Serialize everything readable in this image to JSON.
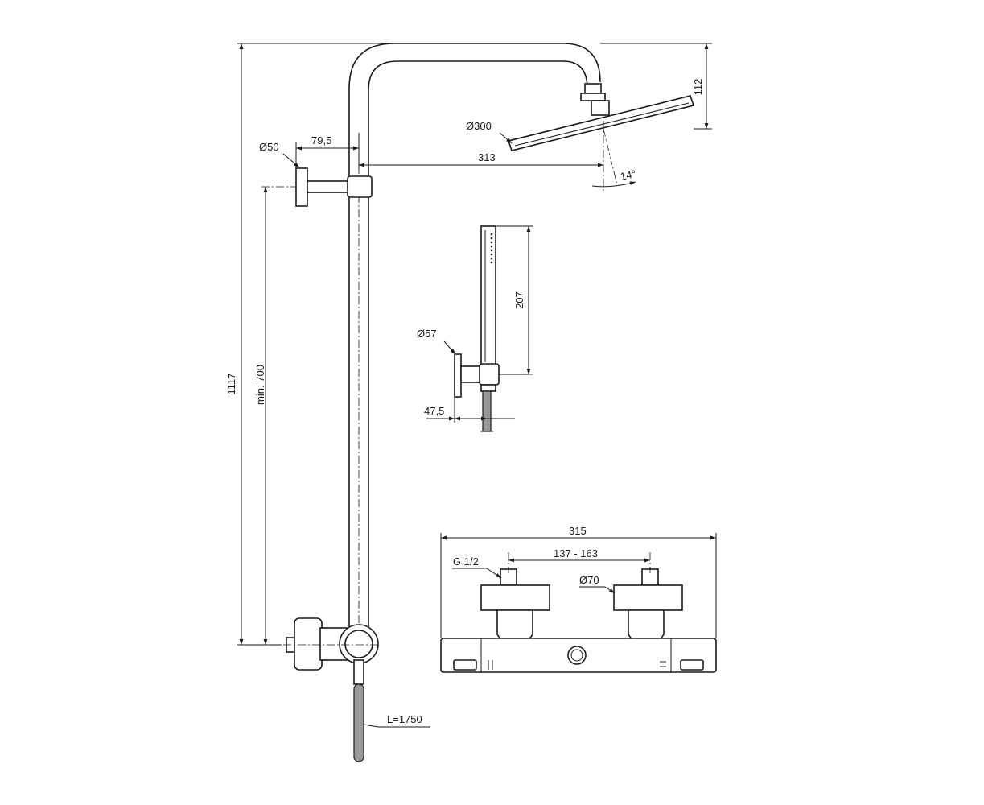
{
  "labels": {
    "overall_height": "1117",
    "min_height": "min. 700",
    "bracket_diameter": "Ø50",
    "bracket_offset": "79,5",
    "arm_reach": "313",
    "head_diameter": "Ø300",
    "head_height": "112",
    "head_angle": "14°",
    "hand_length": "207",
    "holder_diameter": "Ø57",
    "holder_offset": "47,5",
    "hose_length": "L=1750",
    "mixer_width": "315",
    "inlet_thread": "G 1/2",
    "inlet_centers": "137 - 163",
    "escutcheon_diameter": "Ø70"
  },
  "colors": {
    "line": "#1a1a1a",
    "hose": "#9a9a9a",
    "background": "#ffffff"
  }
}
